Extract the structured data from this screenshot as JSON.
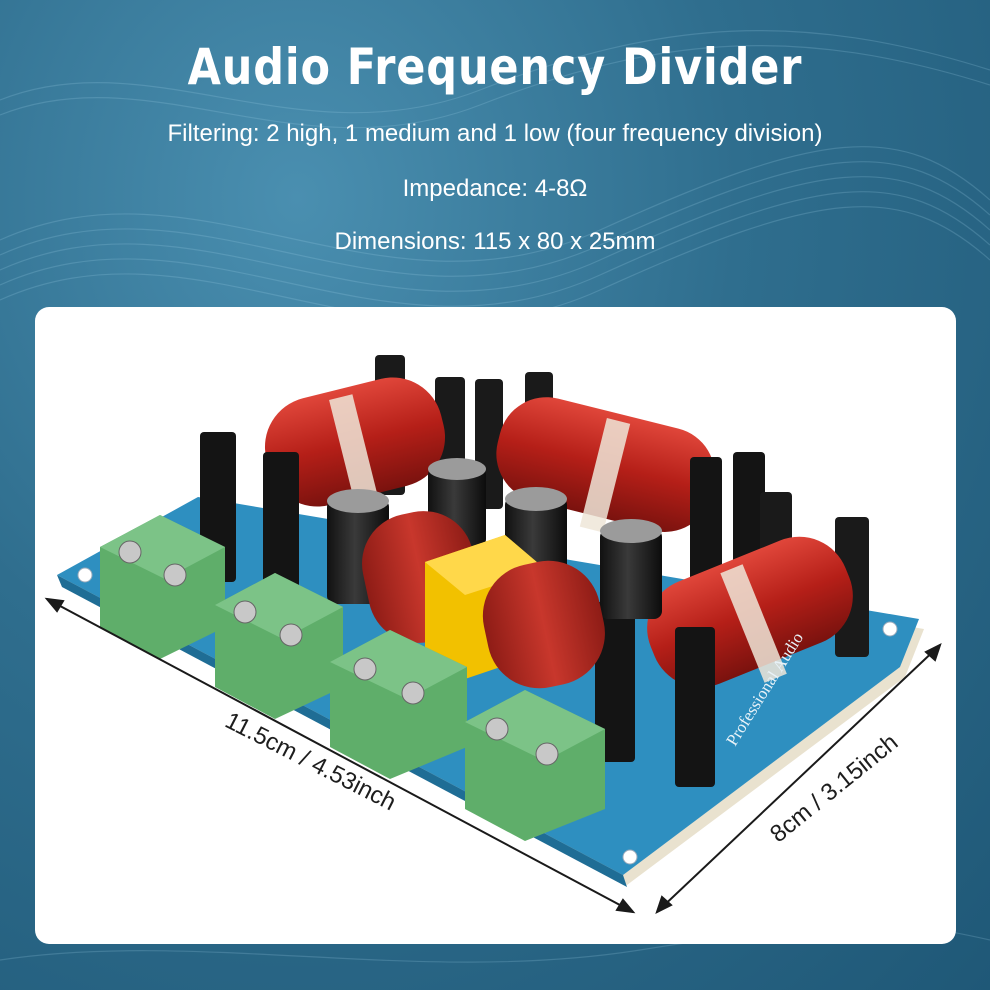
{
  "header": {
    "title": "Audio Frequency Divider",
    "spec_filtering": "Filtering: 2 high, 1 medium and 1 low (four frequency division)",
    "spec_impedance": "Impedance: 4-8Ω",
    "spec_dimensions": "Dimensions: 115 x 80 x 25mm"
  },
  "product": {
    "length_label": "11.5cm / 4.53inch",
    "width_label": "8cm / 3.15inch",
    "board_text": "Professional Audio"
  },
  "colors": {
    "background": "#2f6e8e",
    "pcb": "#2e8fc0",
    "coil": "#c62828",
    "terminal": "#5fae6a",
    "capacitor_film": "#b3261e",
    "capacitor_box": "#f2c100"
  }
}
